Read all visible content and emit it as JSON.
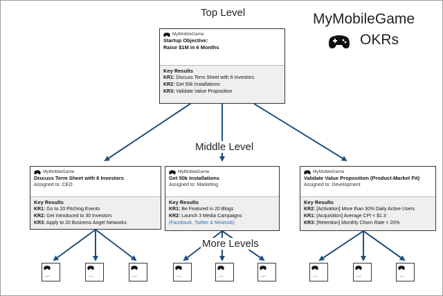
{
  "titles": {
    "top_level": "Top Level",
    "middle_level": "Middle Level",
    "more_levels": "More Levels",
    "brand_line1": "MyMobileGame",
    "brand_line2": "OKRs"
  },
  "top_card": {
    "logo": "MyMobileGame",
    "objective_line1": "Startup Objective:",
    "objective_line2": "Raise $1M in 6 Months",
    "kr_title": "Key Results",
    "krs": [
      {
        "label": "KR1:",
        "text": " Discuss Term Sheet with 6 Investors"
      },
      {
        "label": "KR2:",
        "text": " Get 50k Installations"
      },
      {
        "label": "KR3:",
        "text": " Validate Value Proposition"
      }
    ]
  },
  "middle_cards": [
    {
      "logo": "MyMobileGame",
      "title": "Discuss Term Sheet with 6 Investors",
      "assigned": "Assigned to: CEO",
      "kr_title": "Key Results",
      "krs": [
        {
          "label": "KR1:",
          "text": " Go to 20 Pitching Events"
        },
        {
          "label": "KR2:",
          "text": " Get Introduced to 30 Investors"
        },
        {
          "label": "KR3:",
          "text": " Apply to 20 Business Angel Networks"
        }
      ],
      "note": ""
    },
    {
      "logo": "MyMobileGame",
      "title": "Get 50k Installations",
      "assigned": "Assigned to: Marketing",
      "kr_title": "Key Results",
      "krs": [
        {
          "label": "KR1:",
          "text": " Be Featured in 20 Blogs"
        },
        {
          "label": "KR2:",
          "text": " Launch 3 Media Campaigns"
        }
      ],
      "note": "(Facebook, Twitter & Minimob)"
    },
    {
      "logo": "MyMobileGame",
      "title": "Validate Value Proposition (Product-Market Fit)",
      "assigned": "Assigned to: Development",
      "kr_title": "Key Results",
      "krs": [
        {
          "label": "KR2:",
          "text": " [Activation] More than 30% Daily Active Users"
        },
        {
          "label": "KR1:",
          "text": " [Acquisition] Average CPI < $1.3"
        },
        {
          "label": "KR3:",
          "text": " [Retention] Monthly Churn Rate < 20%"
        }
      ],
      "note": ""
    }
  ],
  "mini_box_text": "...",
  "colors": {
    "arrow": "#1f4e79",
    "box_border": "#333333",
    "kr_bg": "#efefef"
  }
}
